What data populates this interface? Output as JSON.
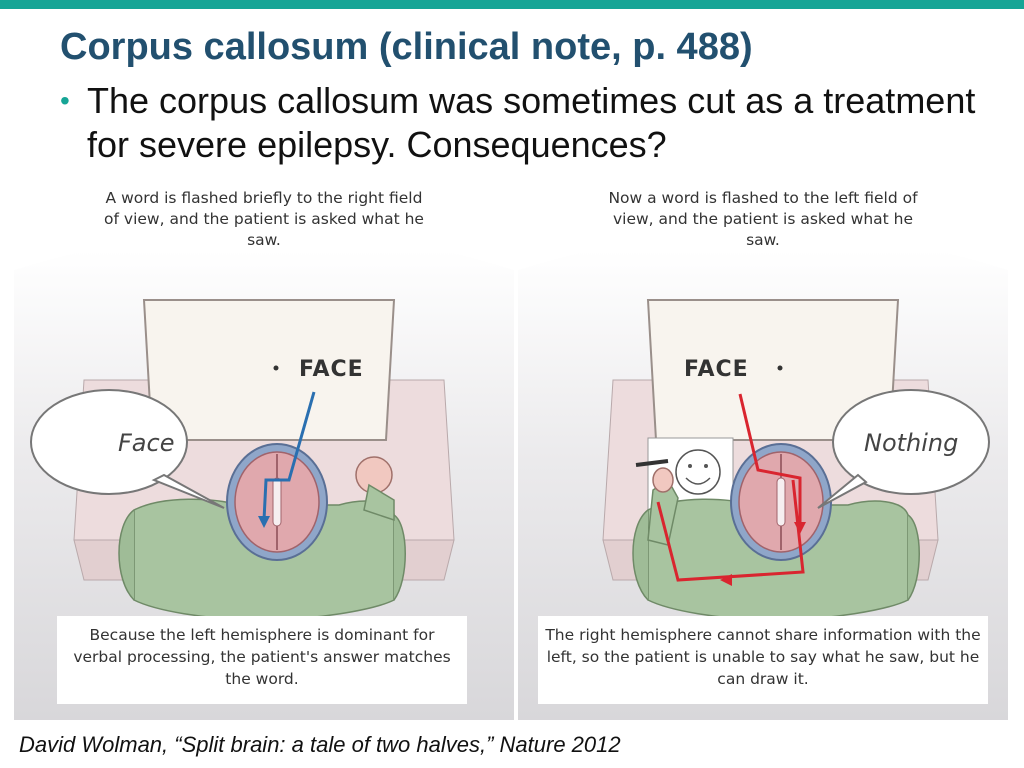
{
  "slide": {
    "title": "Corpus callosum (clinical note, p. 488)",
    "bullet": "The corpus callosum was sometimes cut as a treatment for severe epilepsy.  Consequences?",
    "citation": "David Wolman, “Split brain: a tale of two halves,” Nature 2012",
    "accent_color": "#16a596",
    "title_color": "#22506f"
  },
  "figure": {
    "left_panel": {
      "top_caption": "A word is flashed briefly to the right field of view, and the patient is asked what he saw.",
      "flashed_word": "FACE",
      "speech": "Face",
      "bottom_caption": "Because the left hemisphere is dominant for verbal processing, the patient's answer matches the word.",
      "pathway_color": "#2a6fb0"
    },
    "right_panel": {
      "top_caption": "Now a word is flashed to the left field of view, and the patient is asked what he saw.",
      "flashed_word": "FACE",
      "speech": "Nothing",
      "bottom_caption": "The right hemisphere cannot share information with the left, so the patient is unable to say what he saw, but he can draw it.",
      "pathway_color": "#d9252f",
      "drawing": "smiley-face"
    }
  }
}
